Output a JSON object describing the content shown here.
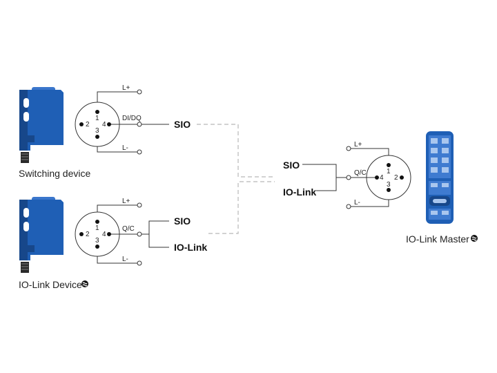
{
  "devices": {
    "switching": {
      "caption": "Switching device",
      "pins": [
        "1",
        "2",
        "3",
        "4"
      ],
      "wire_top": "L+",
      "wire_signal": "DI/DQ",
      "wire_bottom": "L-",
      "signal": "SIO"
    },
    "iolink_device": {
      "caption": "IO-Link Device",
      "pins": [
        "1",
        "2",
        "3",
        "4"
      ],
      "wire_top": "L+",
      "wire_signal": "Q/C",
      "wire_bottom": "L-",
      "signal_a": "SIO",
      "signal_b": "IO-Link"
    },
    "master": {
      "caption": "IO-Link Master",
      "pins": [
        "1",
        "2",
        "3",
        "4"
      ],
      "wire_top": "L+",
      "wire_signal": "Q/C",
      "wire_bottom": "L-",
      "signal_a": "SIO",
      "signal_b": "IO-Link"
    }
  },
  "icons": {
    "iolink_logo": "iolink-logo-icon"
  },
  "colors": {
    "device_blue": "#1f5fb5",
    "device_dark": "#17478a",
    "dashed_line": "#b8b8b8",
    "wire": "#333333"
  }
}
